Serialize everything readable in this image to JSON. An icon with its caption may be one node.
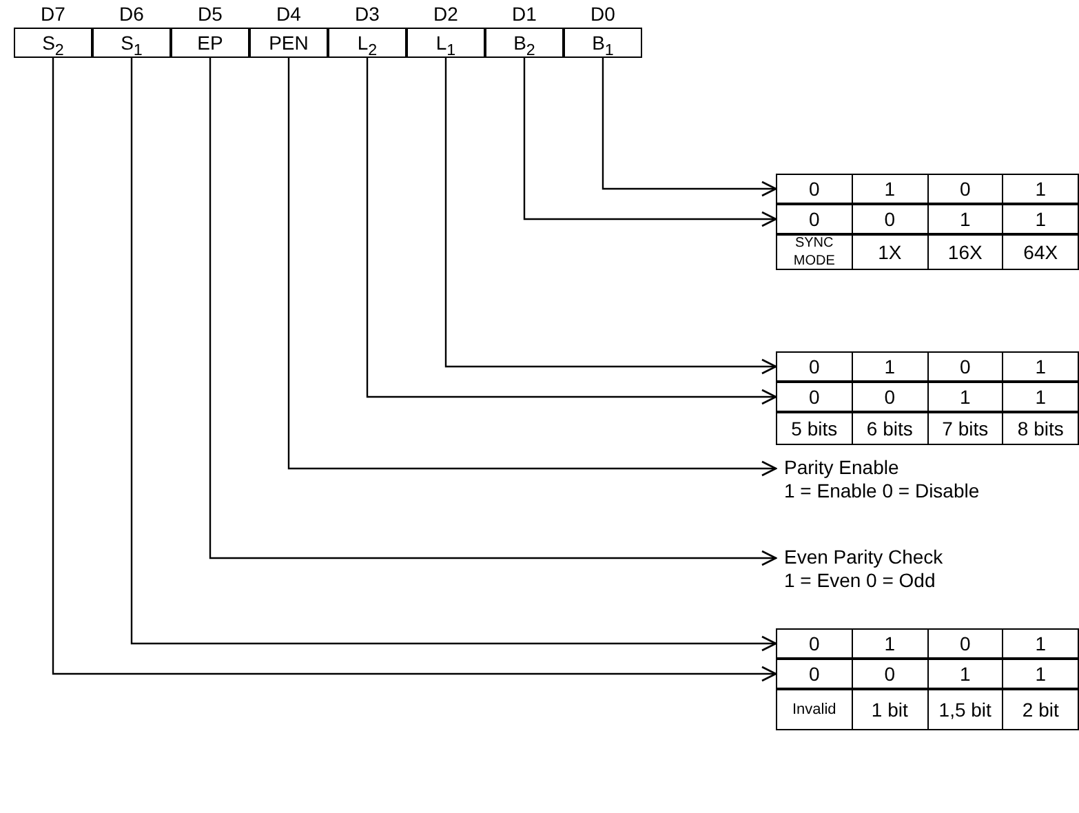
{
  "diagram": {
    "nodes": [
      {
        "text": [
          "S$_{2}$"
        ],
        "beside": [
          "D7"
        ]
      },
      {
        "text": [
          "S$_{1}$"
        ],
        "beside": [
          "D6"
        ]
      },
      {
        "text": [
          "EP"
        ],
        "beside": [
          "D5"
        ]
      },
      {
        "text": [
          "PEN"
        ],
        "beside": [
          "D4"
        ]
      },
      {
        "text": [
          "L$_{2}$"
        ],
        "beside": [
          "D3"
        ]
      },
      {
        "text": [
          "L$_{1}$"
        ],
        "beside": [
          "D2"
        ]
      },
      {
        "text": [
          "B$_{2}$"
        ],
        "beside": [
          "D1"
        ]
      },
      {
        "text": [
          "B$_{1}$"
        ],
        "beside": [
          "D0"
        ]
      },
      {
        "text": [
          "0",
          "1",
          "0",
          "1"
        ]
      },
      {
        "text": [
          "0",
          "0",
          "1",
          "1"
        ]
      },
      {
        "text": [
          "SYNC MODE",
          "1X",
          "16X",
          "64X"
        ]
      },
      {
        "text": [
          "0",
          "1",
          "0",
          "1"
        ]
      },
      {
        "text": [
          "0",
          "0",
          "1",
          "1"
        ]
      },
      {
        "text": [
          "5 bits",
          "6 bits",
          "7 bits",
          "8 bits"
        ]
      },
      {
        "text": [
          "Parity Enable",
          "1 = Enable 0 = Disable"
        ]
      },
      {
        "text": [
          "Even Parity Check",
          "1 = Even 0 = Odd"
        ]
      },
      {
        "text": [
          "0",
          "1",
          "0",
          "1"
        ]
      },
      {
        "text": [
          "0",
          "0",
          "1",
          "1"
        ]
      },
      {
        "text": [
          "Invalid",
          "1 bit",
          "1,5 bit",
          "2 bit"
        ]
      }
    ],
    "edges": [
      {
        "from": 7,
        "to": 8,
        "arrow": "to"
      },
      {
        "from": 6,
        "to": 9,
        "arrow": "to"
      },
      {
        "from": 5,
        "to": 11,
        "arrow": "to"
      },
      {
        "from": 4,
        "to": 12,
        "arrow": "to"
      },
      {
        "from": 3,
        "to": 14,
        "arrow": "to"
      },
      {
        "from": 2,
        "to": 15,
        "arrow": "to"
      },
      {
        "from": 1,
        "to": 16,
        "arrow": "to"
      },
      {
        "from": 0,
        "to": 17,
        "arrow": "to"
      }
    ]
  }
}
